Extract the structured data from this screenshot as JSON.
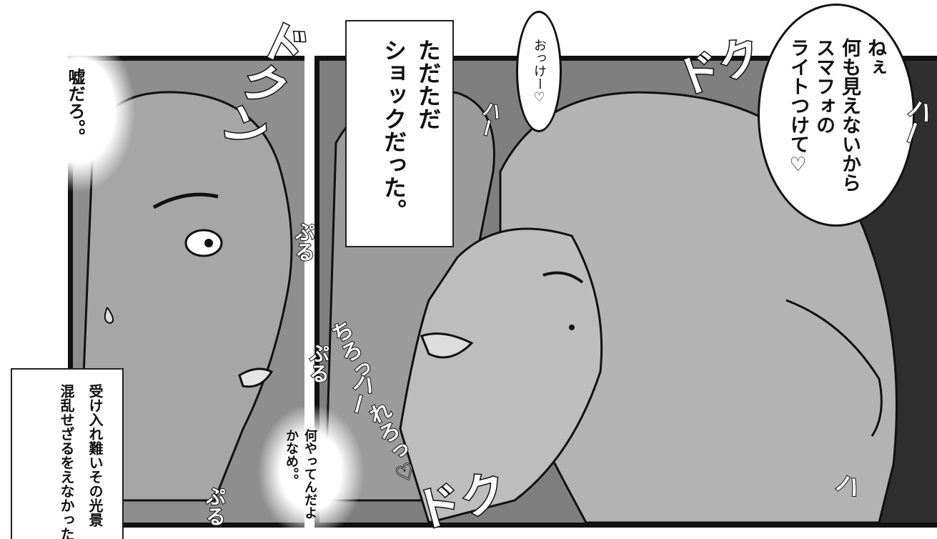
{
  "panels": {
    "left_shout": "嘘だろ。。",
    "narration_top": "ただただ\nショックだった。",
    "bubble_ok": "おっけー♡",
    "bubble_main": "ねぇ\n何も見えないから\nスマフォの\nライトつけて♡",
    "narration_bottom": "受け入れ難いその光景\n混乱せざるをえなかった",
    "center_shout": "何やってんだよ\nかなめ。。"
  },
  "sfx": {
    "dokun_top": "ドクン",
    "dokun_right": "ドク",
    "dokun_bottom": "ドク",
    "puru_1": "ぷる",
    "puru_2": "ぷる",
    "puru_3": "ぷる",
    "chuu": "ちろっ れろっ♡",
    "haa_1": "ハー",
    "haa_2": "ハー",
    "haa_3": "ハー",
    "haa_4": "ハ"
  },
  "colors": {
    "panel_gray": "#8e8e8e",
    "dark_bg": "#2f2f2f",
    "ink": "#111111"
  }
}
